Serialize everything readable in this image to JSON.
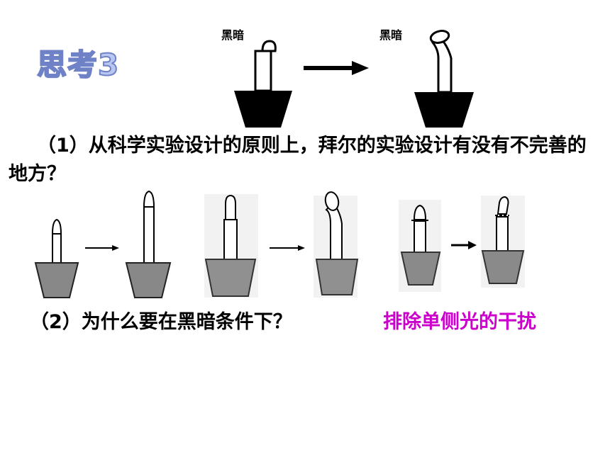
{
  "title": "思考3",
  "top_labels": [
    "黑暗",
    "黑暗"
  ],
  "question1": "（1）从科学实验设计的原则上，拜尔的实验设计有没有不完善的地方？",
  "question2": "（2）为什么要在黑暗条件下？",
  "answer2": "排除单侧光的干扰",
  "colors": {
    "answer": "#cc00cc",
    "pot_dark": "#000000",
    "pot_gray": "#808080",
    "title_fill": "#b9c6f0"
  }
}
